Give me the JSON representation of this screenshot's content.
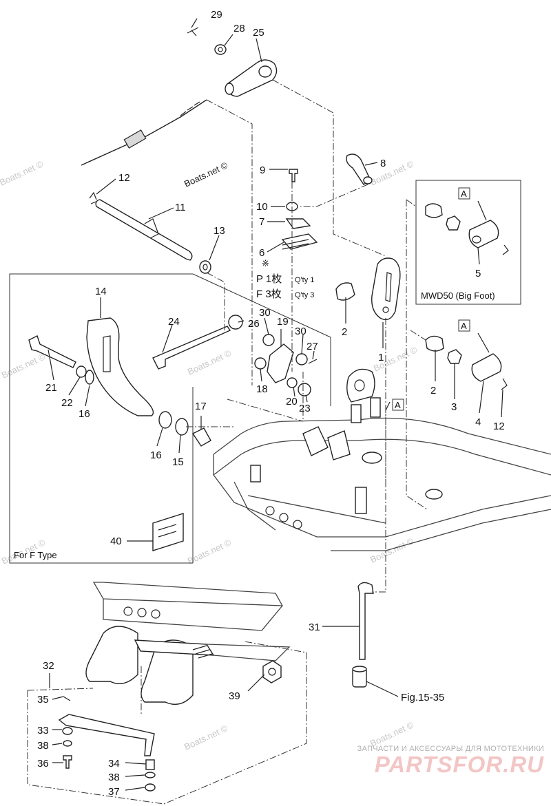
{
  "part_numbers": {
    "p1": "1",
    "p2a": "2",
    "p2b": "2",
    "p3": "3",
    "p4": "4",
    "p5": "5",
    "p6": "6",
    "p7": "7",
    "p8": "8",
    "p9": "9",
    "p10": "10",
    "p11": "11",
    "p12a": "12",
    "p12b": "12",
    "p13": "13",
    "p14": "14",
    "p15": "15",
    "p16a": "16",
    "p16b": "16",
    "p17": "17",
    "p18": "18",
    "p19": "19",
    "p20": "20",
    "p21": "21",
    "p22": "22",
    "p23": "23",
    "p24": "24",
    "p25": "25",
    "p26": "26",
    "p27": "27",
    "p28": "28",
    "p29": "29",
    "p30a": "30",
    "p30b": "30",
    "p31": "31",
    "p32": "32",
    "p33a": "33",
    "p34": "34",
    "p35": "35",
    "p36": "36",
    "p37": "37",
    "p38a": "38",
    "p38b": "38",
    "p39": "39",
    "p40": "40"
  },
  "ref_marks": {
    "a1": "A",
    "a2": "A",
    "a3": "A"
  },
  "notes": {
    "kome": "※",
    "p_line_main": "P  1枚",
    "p_line_qty": "Q'ty 1",
    "f_line_main": "F  3枚",
    "f_line_qty": "Q'ty 3",
    "mwd50": "MWD50 (Big Foot)",
    "for_f_type": "For F Type",
    "fig_ref": "Fig.15-35"
  },
  "watermarks": {
    "w1": "Boats.net ©",
    "w2": "Boats.net ©",
    "w3": "Boats.net ©",
    "w4": "Boats.net ©",
    "w5": "Boats.net ©",
    "w6": "Boats.net ©",
    "w7": "Boats.net ©",
    "w8": "Boats.net ©",
    "w9": "Boats.net ©",
    "w10": "Boats.net ©",
    "w11": "Boats.net ©"
  },
  "brand": {
    "tagline": "ЗАПЧАСТИ И АКСЕССУАРЫ ДЛЯ МОТОТЕХНИКИ",
    "logo": "PARTSFOR.RU"
  }
}
